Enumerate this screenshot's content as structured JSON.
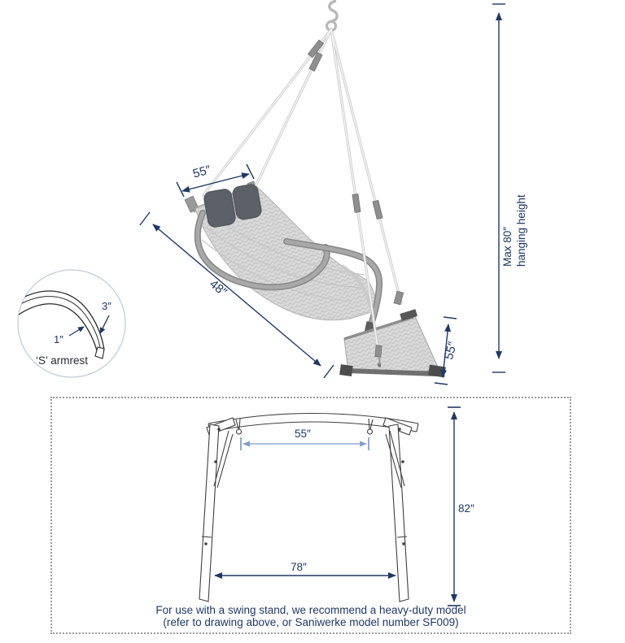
{
  "colors": {
    "dimension": "#1f3865",
    "stand_dim_line_light": "#7e9bcb",
    "stand_line_art": "#3f3f3f",
    "chair_fabric": "#d8d8d8",
    "chair_frame_tube": "#9a9a9a",
    "pillow": "#5c6167",
    "inset_caption_text": "#262b33",
    "dotted_border": "#9b9b9b"
  },
  "chair": {
    "dim_width_top": "55″",
    "dim_length_diagonal": "48″",
    "dim_footrest_height": "55″",
    "dim_hanging_height_line1": "Max 80″",
    "dim_hanging_height_line2": "hanging height"
  },
  "armrest_inset": {
    "dim_tube_thickness": "1″",
    "dim_tube_width": "3″",
    "caption": "‘S’ armrest"
  },
  "stand": {
    "dim_hook_spacing": "55″",
    "dim_height": "82″",
    "dim_base_length": "78″",
    "note_line1": "For use with a swing stand, we recommend a heavy-duty model",
    "note_line2": "(refer to drawing above, or Saniwerke model number SF009)"
  }
}
